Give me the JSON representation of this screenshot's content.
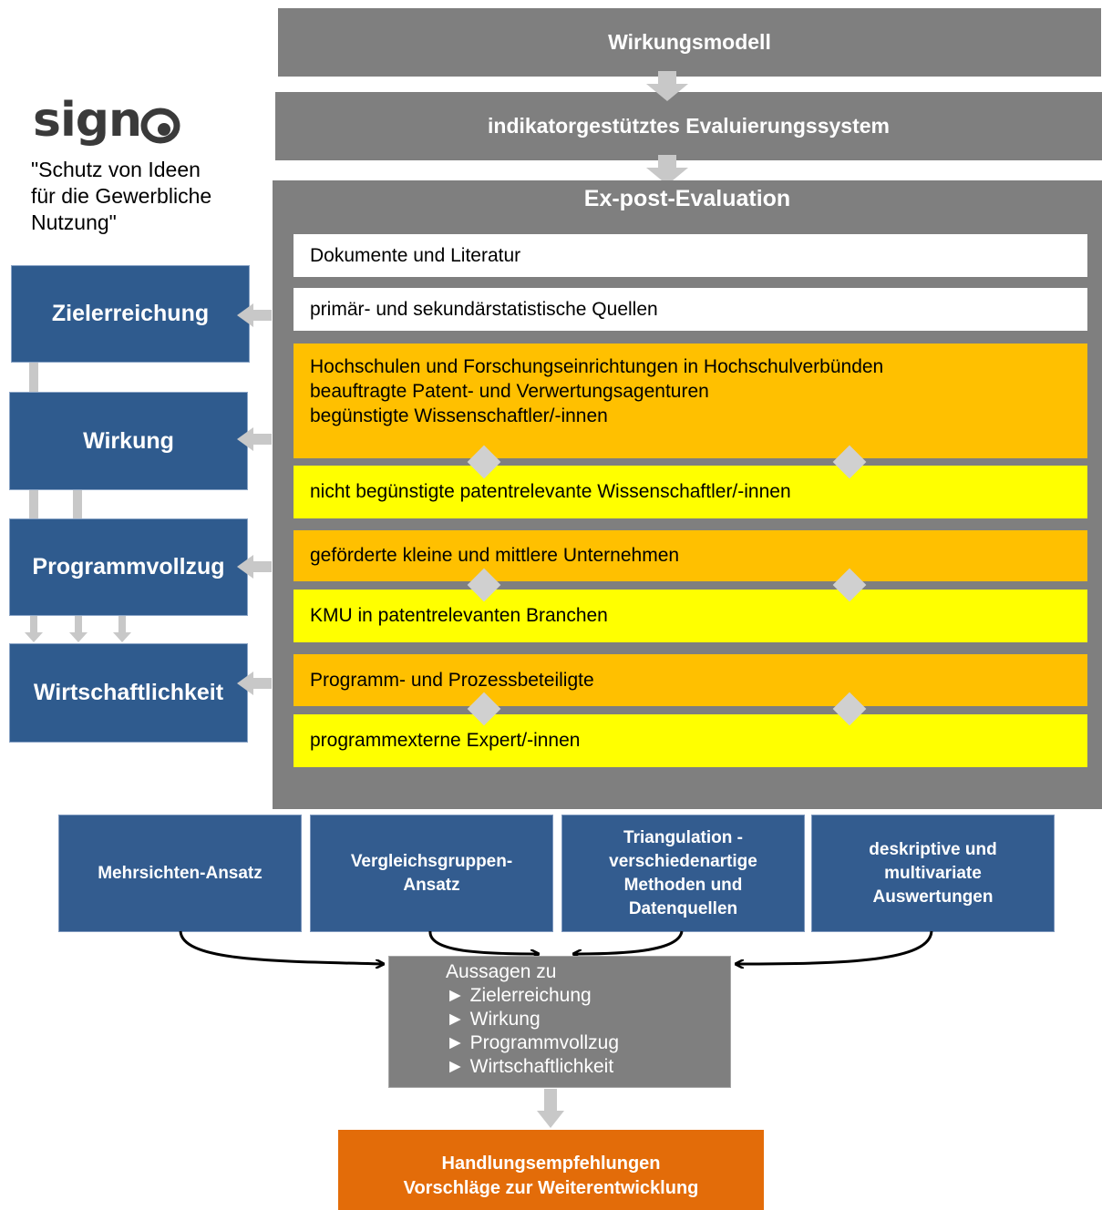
{
  "top": {
    "wirkungsmodell": "Wirkungsmodell",
    "evaluierungssystem": "indikatorgestütztes Evaluierungssystem"
  },
  "logo": {
    "text": "sign",
    "caption_lines": [
      "\"Schutz von Ideen",
      "für die Gewerbliche",
      "Nutzung\""
    ]
  },
  "evaluation": {
    "title": "Ex-post-Evaluation",
    "sources": [
      "Dokumente und Literatur",
      "primär- und sekundärstatistische Quellen"
    ],
    "group1": {
      "lines": [
        "Hochschulen und Forschungseinrichtungen in Hochschulverbünden",
        "beauftragte Patent- und Verwertungsagenturen",
        "begünstigte Wissenschaftler/-innen"
      ],
      "comparison": "nicht begünstigte patentrelevante Wissenschaftler/-innen"
    },
    "group2": {
      "main": "geförderte kleine und mittlere Unternehmen",
      "comparison": "KMU in patentrelevanten Branchen"
    },
    "group3": {
      "main": "Programm- und Prozessbeteiligte",
      "comparison": "programmexterne Expert/-innen"
    }
  },
  "criteria": [
    "Zielerreichung",
    "Wirkung",
    "Programmvollzug",
    "Wirtschaftlichkeit"
  ],
  "methods": [
    [
      "Mehrsichten-Ansatz"
    ],
    [
      "Vergleichsgruppen-",
      "Ansatz"
    ],
    [
      "Triangulation -",
      "verschiedenartige",
      "Methoden und",
      "Datenquellen"
    ],
    [
      "deskriptive und",
      "multivariate",
      "Auswertungen"
    ]
  ],
  "statements": {
    "title": "Aussagen zu",
    "items": [
      "► Zielerreichung",
      "► Wirkung",
      "► Programmvollzug",
      "► Wirtschaftlichkeit"
    ]
  },
  "recommendations": [
    "Handlungsempfehlungen",
    "Vorschläge zur Weiterentwicklung"
  ],
  "colors": {
    "gray": "#7f7f7f",
    "blue": "#2f5b8e",
    "orange_row": "#ffc000",
    "yellow_row": "#ffff00",
    "result": "#e36c09"
  }
}
